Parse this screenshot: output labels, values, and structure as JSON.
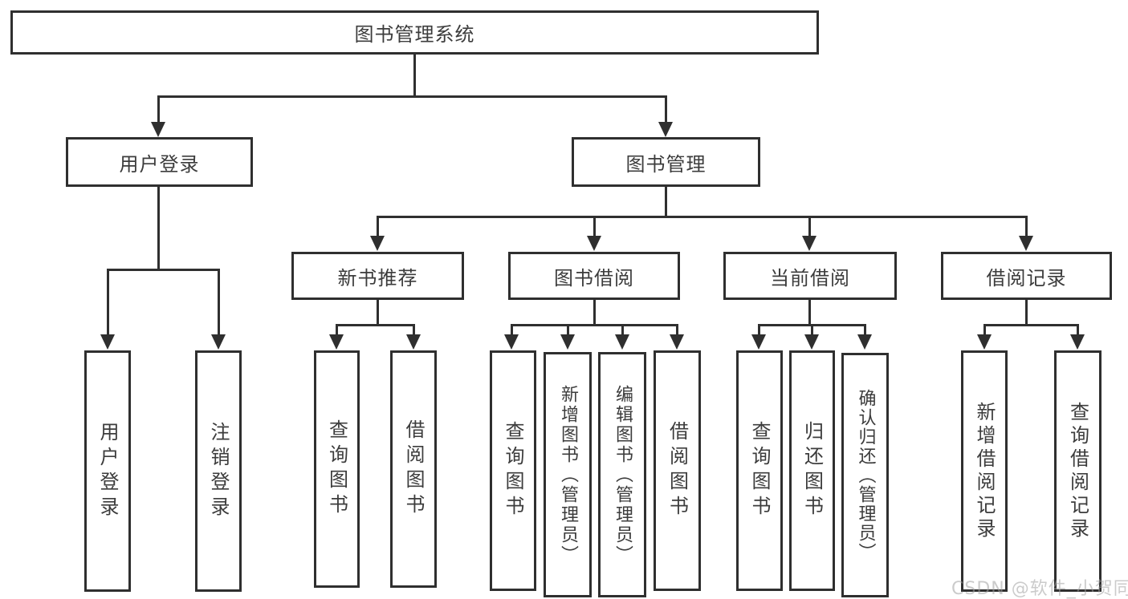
{
  "diagram": {
    "type": "hierarchy-tree",
    "colors": {
      "line": "#2f2f2f",
      "box_border": "#2f2f2f",
      "box_fill": "#ffffff",
      "text": "#3c3c3c",
      "watermark_text": "#a0a0a0",
      "background": "#ffffff"
    }
  },
  "tree": {
    "root": {
      "label": "图书管理系统"
    },
    "branches": [
      {
        "label": "用户登录",
        "children": [
          {
            "label": "用户登录"
          },
          {
            "label": "注销登录"
          }
        ]
      },
      {
        "label": "图书管理",
        "groups": [
          {
            "label": "新书推荐",
            "children": [
              {
                "label": "查询图书"
              },
              {
                "label": "借阅图书"
              }
            ]
          },
          {
            "label": "图书借阅",
            "children": [
              {
                "label": "查询图书"
              },
              {
                "label": "新增图书（管理员）"
              },
              {
                "label": "编辑图书（管理员）"
              },
              {
                "label": "借阅图书"
              }
            ]
          },
          {
            "label": "当前借阅",
            "children": [
              {
                "label": "查询图书"
              },
              {
                "label": "归还图书"
              },
              {
                "label": "确认归还（管理员）"
              }
            ]
          },
          {
            "label": "借阅记录",
            "children": [
              {
                "label": "新增借阅记录"
              },
              {
                "label": "查询借阅记录"
              }
            ]
          }
        ]
      }
    ]
  },
  "watermark": {
    "text": "CSDN @软件_小贺同学"
  }
}
